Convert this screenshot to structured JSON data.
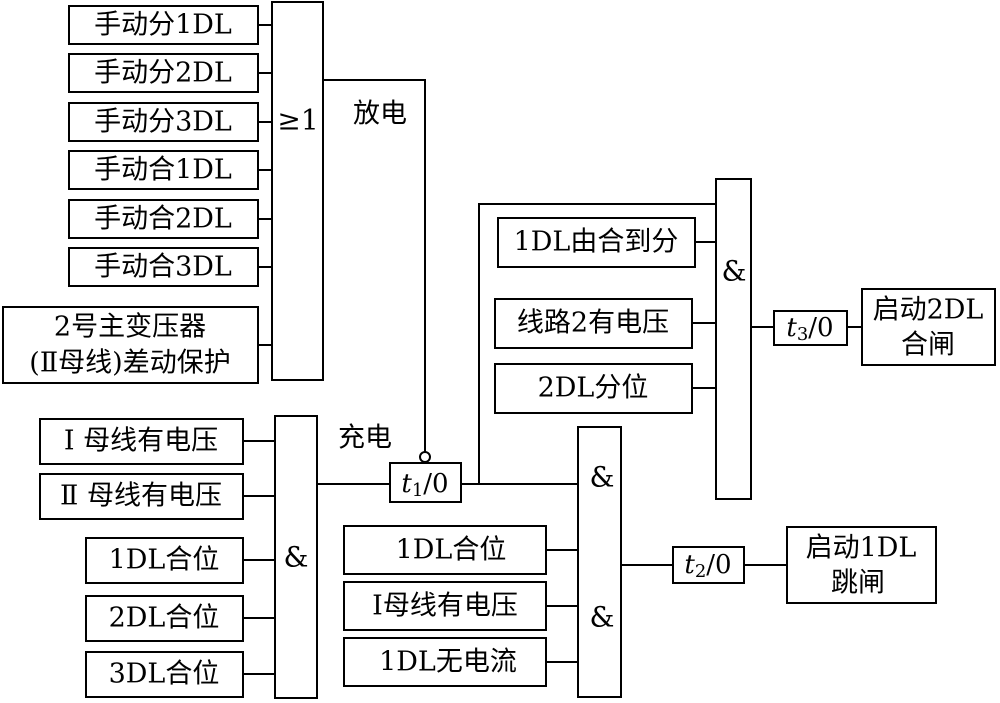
{
  "or_inputs": [
    "手动分1DL",
    "手动分2DL",
    "手动分3DL",
    "手动合1DL",
    "手动合2DL",
    "手动合3DL"
  ],
  "protection_input": {
    "line1": "2号主变压器",
    "line2": "(Ⅱ母线)差动保护"
  },
  "or_gate_symbol": "≥1",
  "discharge_label": "放电",
  "charge_label": "充电",
  "charge_inputs": [
    "Ⅰ 母线有电压",
    "Ⅱ 母线有电压",
    "1DL合位",
    "2DL合位",
    "3DL合位"
  ],
  "and_symbol": "&",
  "t1": {
    "italic": "t",
    "sub": "1",
    "rest": "/0"
  },
  "t2": {
    "italic": "t",
    "sub": "2",
    "rest": "/0"
  },
  "t3": {
    "italic": "t",
    "sub": "3",
    "rest": "/0"
  },
  "upper_and_inputs": [
    "1DL由合到分",
    "线路2有电压",
    "2DL分位"
  ],
  "lower_and_inputs": [
    "1DL合位",
    "Ⅰ母线有电压",
    "1DL无电流"
  ],
  "output_2dl": {
    "line1": "启动2DL",
    "line2": "合闸"
  },
  "output_1dl": {
    "line1": "启动1DL",
    "line2": "跳闸"
  }
}
